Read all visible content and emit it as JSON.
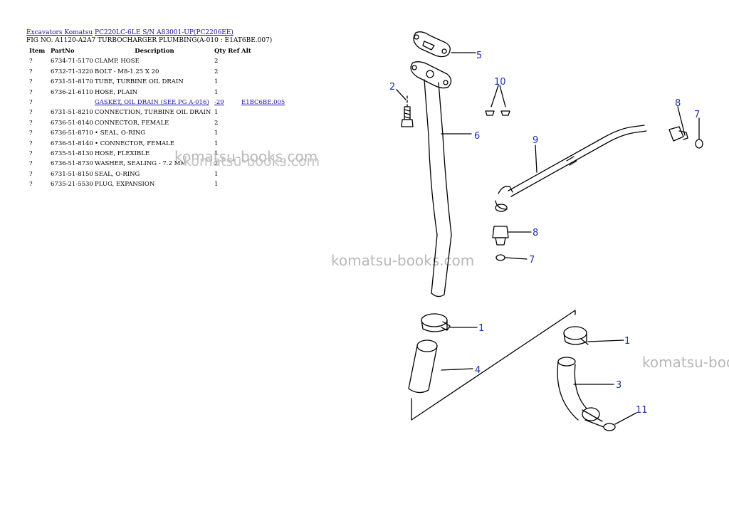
{
  "breadcrumb": {
    "root_link": "Excavators Komatsu",
    "model_link": "PC220LC-6LE S/N A83001-UP(PC2206EE)"
  },
  "figure_line": "FIG NO. A1120-A2A7 TURBOCHARGER PLUMBING(A-010 : E1AT6BE.007)",
  "table": {
    "headers": {
      "item": "Item",
      "partno": "PartNo",
      "description": "Description",
      "qty": "Qty",
      "ref": "Ref",
      "alt": "Alt"
    },
    "rows": [
      {
        "item": "?",
        "partno": "6734-71-5170",
        "description": "CLAMP, HOSE",
        "qty": "2",
        "ref": ""
      },
      {
        "item": "?",
        "partno": "6732-71-3220",
        "description": "BOLT - M8-1.25 X 20",
        "qty": "2",
        "ref": ""
      },
      {
        "item": "?",
        "partno": "6731-51-8170",
        "description": "TUBE, TURBINE OIL DRAIN",
        "qty": "1",
        "ref": ""
      },
      {
        "item": "?",
        "partno": "6736-21-6110",
        "description": "HOSE, PLAIN",
        "qty": "1",
        "ref": ""
      },
      {
        "item": "?",
        "partno": "",
        "description": "GASKET, OIL DRAIN (SEE PG A-016)",
        "qty": "-29",
        "ref": "E1BC6BE.005"
      },
      {
        "item": "?",
        "partno": "6731-51-8210",
        "description": "CONNECTION, TURBINE OIL DRAIN",
        "qty": "1",
        "ref": ""
      },
      {
        "item": "?",
        "partno": "6736-51-8140",
        "description": "CONNECTOR, FEMALE",
        "qty": "2",
        "ref": ""
      },
      {
        "item": "?",
        "partno": "6736-51-8710",
        "description": "• SEAL, O-RING",
        "qty": "1",
        "ref": ""
      },
      {
        "item": "?",
        "partno": "6736-51-8140",
        "description": "• CONNECTOR, FEMALE",
        "qty": "1",
        "ref": ""
      },
      {
        "item": "?",
        "partno": "6735-51-8130",
        "description": "HOSE, FLEXIBLE",
        "qty": "1",
        "ref": ""
      },
      {
        "item": "?",
        "partno": "6736-51-8730",
        "description": "WASHER, SEALING - 7.2 MM",
        "qty": "2",
        "ref": ""
      },
      {
        "item": "?",
        "partno": "6731-51-8150",
        "description": "SEAL, O-RING",
        "qty": "1",
        "ref": ""
      },
      {
        "item": "?",
        "partno": "6735-21-5530",
        "description": "PLUG, EXPANSION",
        "qty": "1",
        "ref": ""
      }
    ]
  },
  "watermark": "komatsu-books.com",
  "callouts": {
    "c5": "5",
    "c2": "2",
    "c10": "10",
    "c6": "6",
    "c8a": "8",
    "c7a": "7",
    "c9": "9",
    "c8b": "8",
    "c7b": "7",
    "c1a": "1",
    "c1b": "1",
    "c4": "4",
    "c3": "3",
    "c11": "11"
  },
  "colors": {
    "link": "#1a0dab",
    "callout": "#1d2fa8",
    "watermark": "#b8b8b8"
  }
}
